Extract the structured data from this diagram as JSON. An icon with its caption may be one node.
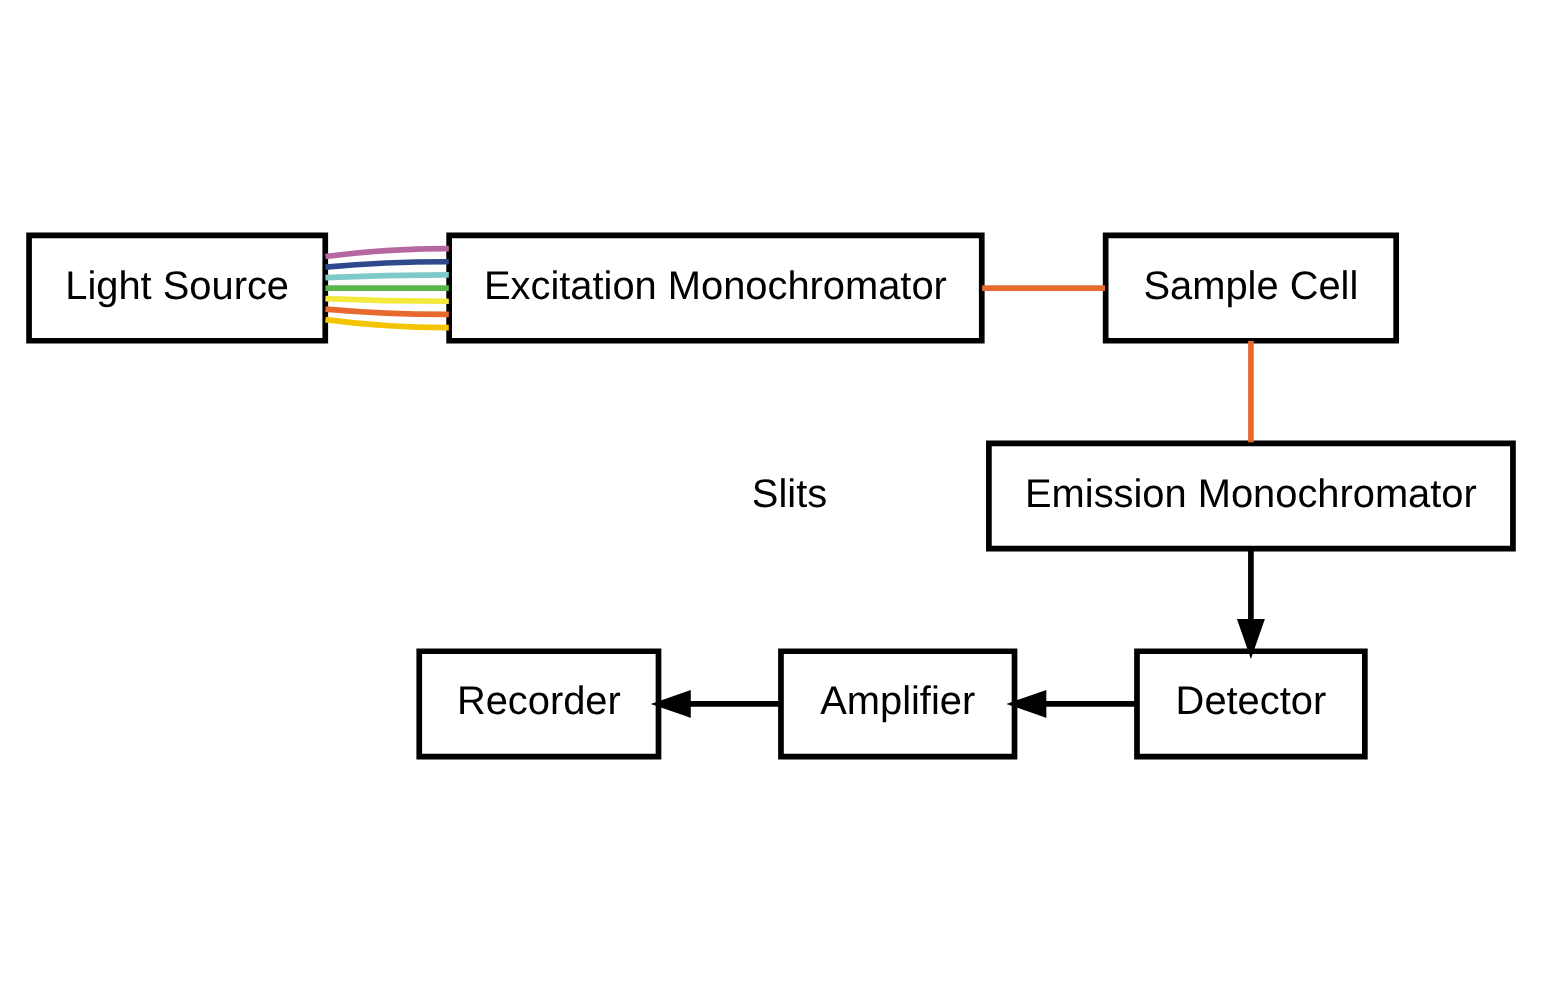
{
  "diagram": {
    "nodes": [
      {
        "text": [
          "Light Source"
        ]
      },
      {
        "text": [
          "Excitation Monochromator"
        ]
      },
      {
        "text": [
          "Sample Cell"
        ]
      },
      {
        "text": [
          "Emission Monochromator"
        ]
      },
      {
        "text": [
          "Detector"
        ]
      },
      {
        "text": [
          "Amplifier"
        ]
      },
      {
        "text": [
          "Recorder"
        ]
      }
    ],
    "edges": [
      {
        "from": 0,
        "to": 1,
        "arrow": "none",
        "color": "#f5c400"
      },
      {
        "from": 0,
        "to": 1,
        "arrow": "none",
        "color": "#e8692e"
      },
      {
        "from": 0,
        "to": 1,
        "arrow": "none",
        "color": "#f2e93c"
      },
      {
        "from": 0,
        "to": 1,
        "arrow": "none",
        "color": "#5ab54b"
      },
      {
        "from": 0,
        "to": 1,
        "arrow": "none",
        "color": "#7dcac9"
      },
      {
        "from": 0,
        "to": 1,
        "arrow": "none",
        "color": "#2e4a8c"
      },
      {
        "from": 0,
        "to": 1,
        "arrow": "none",
        "color": "#b767a0"
      },
      {
        "from": 1,
        "to": 2,
        "arrow": "none",
        "color": "#e8692e"
      },
      {
        "from": 2,
        "to": 3,
        "arrow": "none",
        "color": "#e8692e"
      },
      {
        "from": 3,
        "to": 4,
        "arrow": "to",
        "color": "#000000"
      },
      {
        "from": 4,
        "to": 5,
        "arrow": "to",
        "color": "#000000"
      },
      {
        "from": 5,
        "to": 6,
        "arrow": "to",
        "color": "#000000"
      }
    ],
    "labels": [
      "Slits"
    ]
  }
}
